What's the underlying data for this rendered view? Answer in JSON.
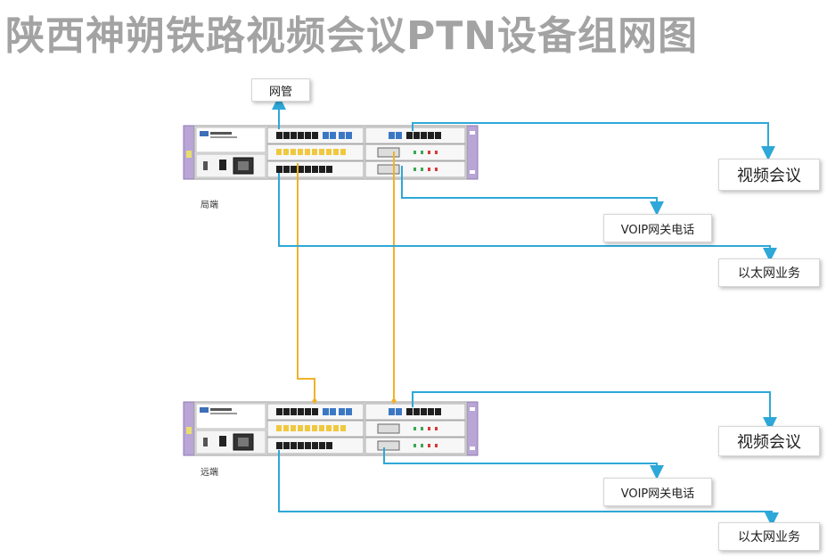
{
  "title": "陕西神朔铁路视频会议PTN设备组网图",
  "nms": "网管",
  "local": {
    "site": "局端",
    "video": "视频会议",
    "voip": "VOIP网关电话",
    "ethernet": "以太网业务"
  },
  "remote": {
    "site": "远端",
    "video": "视频会议",
    "voip": "VOIP网关电话",
    "ethernet": "以太网业务"
  },
  "colors": {
    "title": "#a3a3a3",
    "blue_line": "#2ea8d8",
    "yellow_line": "#f0b22a",
    "rack_purple": "#b9a5d6"
  }
}
